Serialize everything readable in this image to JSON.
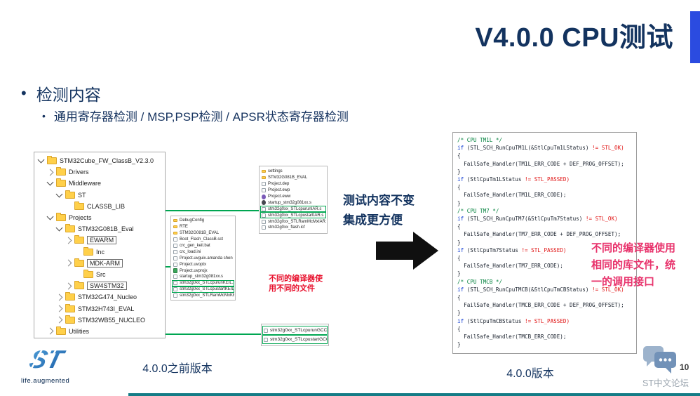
{
  "slide": {
    "title": "V4.0.0 CPU测试",
    "page_number": "10",
    "forum_watermark": "ST中文论坛",
    "logo_tagline": "life.augmented"
  },
  "bullets": {
    "main": "检测内容",
    "sub": "通用寄存器检测 / MSP,PSP检测 / APSR状态寄存器检测"
  },
  "middle_note": {
    "line1": "测试内容不变",
    "line2": "集成更方便"
  },
  "captions": {
    "left": "4.0.0之前版本",
    "right": "4.0.0版本"
  },
  "red_note_left": {
    "line1": "不同的编译器使",
    "line2": "用不同的文件"
  },
  "rose_note": {
    "line1": "不同的编译器使用",
    "line2": "相同的库文件，统",
    "line3": "一的调用接口"
  },
  "colors": {
    "title_navy": "#13335f",
    "accent_blue": "#2b4be0",
    "connector_green": "#00a651",
    "red_note": "#e8112d",
    "rose_note": "#e8336c",
    "comment_green": "#00803c",
    "keyword_blue": "#0030d0",
    "code_red": "#e01212",
    "bottom_bar_teal": "#157c86"
  },
  "tree": {
    "items": [
      {
        "label": "STM32Cube_FW_ClassB_V2.3.0",
        "level": 0,
        "chevron": "open",
        "boxed": false
      },
      {
        "label": "Drivers",
        "level": 1,
        "chevron": "closed",
        "boxed": false
      },
      {
        "label": "Middleware",
        "level": 1,
        "chevron": "open",
        "boxed": false
      },
      {
        "label": "ST",
        "level": 2,
        "chevron": "open",
        "boxed": false
      },
      {
        "label": "CLASSB_LIB",
        "level": 3,
        "chevron": "none",
        "boxed": false
      },
      {
        "label": "Projects",
        "level": 1,
        "chevron": "open",
        "boxed": false
      },
      {
        "label": "STM32G081B_Eval",
        "level": 2,
        "chevron": "open",
        "boxed": false
      },
      {
        "label": "EWARM",
        "level": 3,
        "chevron": "closed",
        "boxed": true
      },
      {
        "label": "Inc",
        "level": 4,
        "chevron": "none",
        "boxed": false
      },
      {
        "label": "MDK-ARM",
        "level": 3,
        "chevron": "closed",
        "boxed": true
      },
      {
        "label": "Src",
        "level": 4,
        "chevron": "none",
        "boxed": false
      },
      {
        "label": "SW4STM32",
        "level": 3,
        "chevron": "closed",
        "boxed": true
      },
      {
        "label": "STM32G474_Nucleo",
        "level": 2,
        "chevron": "closed",
        "boxed": false
      },
      {
        "label": "STM32H743I_EVAL",
        "level": 2,
        "chevron": "closed",
        "boxed": false
      },
      {
        "label": "STM32WB55_NUCLEO",
        "level": 2,
        "chevron": "closed",
        "boxed": false
      },
      {
        "label": "Utilities",
        "level": 1,
        "chevron": "closed",
        "boxed": false
      }
    ]
  },
  "iar_box": {
    "items": [
      {
        "label": "settings",
        "icon": "folder",
        "highlight": false
      },
      {
        "label": "STM32G081B_EVAL",
        "icon": "folder",
        "highlight": false
      },
      {
        "label": "Project.dep",
        "icon": "file",
        "highlight": false
      },
      {
        "label": "Project.ewp",
        "icon": "file",
        "highlight": false
      },
      {
        "label": "Project.eww",
        "icon": "file-purple",
        "highlight": false
      },
      {
        "label": "startup_stm32g081xx.s",
        "icon": "file-dark",
        "highlight": false
      },
      {
        "label": "stm32g0xx_STLcpurunIAR.s",
        "icon": "file",
        "highlight": true
      },
      {
        "label": "stm32g0xx_STLcpustartIAR.s",
        "icon": "file",
        "highlight": true
      },
      {
        "label": "stm32g0xx_STLRamMcMxIAR.s",
        "icon": "file",
        "highlight": false
      },
      {
        "label": "stm32g0xx_flash.icf",
        "icon": "file",
        "highlight": false
      }
    ]
  },
  "keil_box": {
    "items": [
      {
        "label": "DebugConfig",
        "icon": "folder",
        "highlight": false
      },
      {
        "label": "RTE",
        "icon": "folder",
        "highlight": false
      },
      {
        "label": "STM32G081B_EVAL",
        "icon": "folder",
        "highlight": false
      },
      {
        "label": "Boot_Flash_ClassB.sct",
        "icon": "file",
        "highlight": false
      },
      {
        "label": "crc_gen_keil.bat",
        "icon": "file",
        "highlight": false
      },
      {
        "label": "crc_load.ini",
        "icon": "file",
        "highlight": false
      },
      {
        "label": "Project.uvguix.amanda shen",
        "icon": "file",
        "highlight": false
      },
      {
        "label": "Project.uvoptx",
        "icon": "file",
        "highlight": false
      },
      {
        "label": "Project.uvprojx",
        "icon": "file-green",
        "highlight": false
      },
      {
        "label": "startup_stm32g081xx.s",
        "icon": "file",
        "highlight": false
      },
      {
        "label": "stm32g0xx_STLcpurunKEIL.s",
        "icon": "file",
        "highlight": true
      },
      {
        "label": "stm32g0xx_STLcpustartKEIL.s",
        "icon": "file",
        "highlight": true
      },
      {
        "label": "stm32g0xx_STLRamMcMxKEIL.s",
        "icon": "file",
        "highlight": false
      }
    ]
  },
  "gcc_box": {
    "items": [
      {
        "label": "stm32g0xx_STLcpurunGCC.s",
        "icon": "file",
        "highlight": true
      },
      {
        "label": "stm32g0xx_STLcpustartGCC.s",
        "icon": "file",
        "highlight": true
      }
    ]
  },
  "code": {
    "lines": [
      [
        [
          "c",
          "/* CPU TM1L */"
        ]
      ],
      [
        [
          "k",
          "if "
        ],
        [
          "p",
          "(STL_SCH_RunCpuTM1L(&StlCpuTm1LStatus) "
        ],
        [
          "r",
          "!= STL_OK)"
        ]
      ],
      [
        [
          "p",
          "{"
        ]
      ],
      [
        [
          "p",
          "  FailSafe_Handler(TM1L_ERR_CODE + DEF_PROG_OFFSET);"
        ]
      ],
      [
        [
          "p",
          "}"
        ]
      ],
      [
        [
          "k",
          "if "
        ],
        [
          "p",
          "(StlCpuTm1LStatus "
        ],
        [
          "r",
          "!= STL_PASSED)"
        ]
      ],
      [
        [
          "p",
          "{"
        ]
      ],
      [
        [
          "p",
          "  FailSafe_Handler(TM1L_ERR_CODE);"
        ]
      ],
      [
        [
          "p",
          "}"
        ]
      ],
      [
        [
          "c",
          "/* CPU TM7 */"
        ]
      ],
      [
        [
          "k",
          "if "
        ],
        [
          "p",
          "(STL_SCH_RunCpuTM7(&StlCpuTm7Status) "
        ],
        [
          "r",
          "!= STL_OK)"
        ]
      ],
      [
        [
          "p",
          "{"
        ]
      ],
      [
        [
          "p",
          "  FailSafe_Handler(TM7_ERR_CODE + DEF_PROG_OFFSET);"
        ]
      ],
      [
        [
          "p",
          "}"
        ]
      ],
      [
        [
          "k",
          "if "
        ],
        [
          "p",
          "(StlCpuTm7Status "
        ],
        [
          "r",
          "!= STL_PASSED)"
        ]
      ],
      [
        [
          "p",
          "{"
        ]
      ],
      [
        [
          "p",
          "  FailSafe_Handler(TM7_ERR_CODE);"
        ]
      ],
      [
        [
          "p",
          "}"
        ]
      ],
      [
        [
          "c",
          "/* CPU TMCB */"
        ]
      ],
      [
        [
          "k",
          "if "
        ],
        [
          "p",
          "(STL_SCH_RunCpuTMCB(&StlCpuTmCBStatus) "
        ],
        [
          "r",
          "!= STL_OK)"
        ]
      ],
      [
        [
          "p",
          "{"
        ]
      ],
      [
        [
          "p",
          "  FailSafe_Handler(TMCB_ERR_CODE + DEF_PROG_OFFSET);"
        ]
      ],
      [
        [
          "p",
          "}"
        ]
      ],
      [
        [
          "k",
          "if "
        ],
        [
          "p",
          "(StlCpuTmCBStatus "
        ],
        [
          "r",
          "!= STL_PASSED)"
        ]
      ],
      [
        [
          "p",
          "{"
        ]
      ],
      [
        [
          "p",
          "  FailSafe_Handler(TMCB_ERR_CODE);"
        ]
      ],
      [
        [
          "p",
          "}"
        ]
      ]
    ]
  }
}
